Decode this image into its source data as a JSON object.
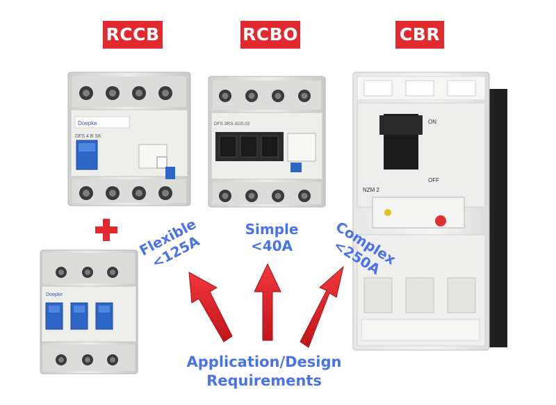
{
  "labels": {
    "rccb": "RCCB",
    "rcbo": "RCBO",
    "cbr": "CBR"
  },
  "options": {
    "flexible": {
      "name": "Flexible",
      "rating": "<125A"
    },
    "simple": {
      "name": "Simple",
      "rating": "<40A"
    },
    "complex": {
      "name": "Complex",
      "rating": "<250A"
    }
  },
  "requirements": {
    "line1": "Application/Design",
    "line2": "Requirements"
  },
  "product_text": {
    "rccb_brand": "Doepke",
    "rccb_model": "DFS 4 B SK",
    "rcbo_model": "DFS 3RS-32/0.03",
    "mcb_brand": "Doepke",
    "cbr_model": "NZM 2",
    "cbr_on": "ON",
    "cbr_off": "OFF"
  },
  "colors": {
    "badge_red": "#e02a2f",
    "label_blue": "#4a73e8",
    "arrow_red": "#e8242a",
    "plus_red": "#e02a2f"
  }
}
